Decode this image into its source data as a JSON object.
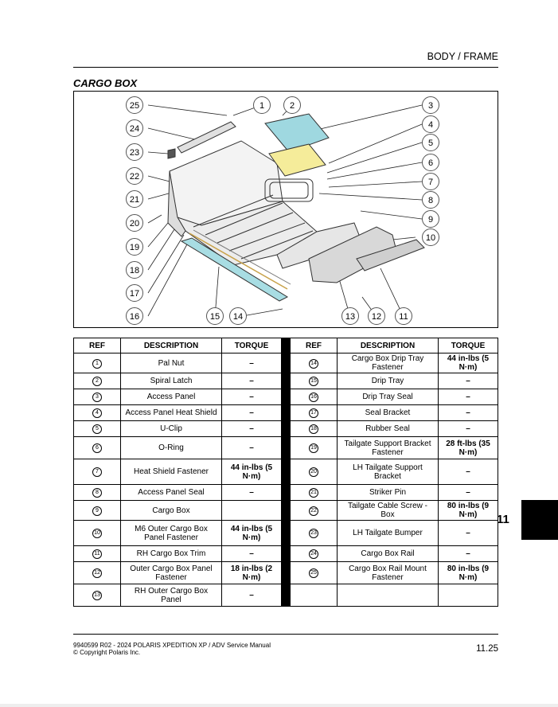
{
  "header": {
    "section": "BODY / FRAME"
  },
  "title": "CARGO BOX",
  "callouts": [
    "1",
    "2",
    "3",
    "4",
    "5",
    "6",
    "7",
    "8",
    "9",
    "10",
    "11",
    "12",
    "13",
    "14",
    "15",
    "16",
    "17",
    "18",
    "19",
    "20",
    "21",
    "22",
    "23",
    "24",
    "25"
  ],
  "table": {
    "headers": [
      "REF",
      "DESCRIPTION",
      "TORQUE",
      "REF",
      "DESCRIPTION",
      "TORQUE"
    ],
    "rows": [
      [
        {
          "ref": "1",
          "desc": "Pal Nut",
          "torque": "–"
        },
        {
          "ref": "14",
          "desc": "Cargo Box Drip Tray Fastener",
          "torque": "44 in-lbs (5 N·m)"
        }
      ],
      [
        {
          "ref": "2",
          "desc": "Spiral Latch",
          "torque": "–"
        },
        {
          "ref": "15",
          "desc": "Drip Tray",
          "torque": "–"
        }
      ],
      [
        {
          "ref": "3",
          "desc": "Access Panel",
          "torque": "–"
        },
        {
          "ref": "16",
          "desc": "Drip Tray Seal",
          "torque": "–"
        }
      ],
      [
        {
          "ref": "4",
          "desc": "Access Panel Heat Shield",
          "torque": "–"
        },
        {
          "ref": "17",
          "desc": "Seal Bracket",
          "torque": "–"
        }
      ],
      [
        {
          "ref": "5",
          "desc": "U-Clip",
          "torque": "–"
        },
        {
          "ref": "18",
          "desc": "Rubber Seal",
          "torque": "–"
        }
      ],
      [
        {
          "ref": "6",
          "desc": "O-Ring",
          "torque": "–"
        },
        {
          "ref": "19",
          "desc": "Tailgate Support Bracket Fastener",
          "torque": "28 ft-lbs (35 N·m)"
        }
      ],
      [
        {
          "ref": "7",
          "desc": "Heat Shield Fastener",
          "torque": "44 in-lbs (5 N·m)"
        },
        {
          "ref": "20",
          "desc": "LH Tailgate Support Bracket",
          "torque": "–"
        }
      ],
      [
        {
          "ref": "8",
          "desc": "Access Panel Seal",
          "torque": "–"
        },
        {
          "ref": "21",
          "desc": "Striker Pin",
          "torque": "–"
        }
      ],
      [
        {
          "ref": "9",
          "desc": "Cargo Box",
          "torque": ""
        },
        {
          "ref": "22",
          "desc": "Tailgate Cable Screw - Box",
          "torque": "80 in-lbs (9 N·m)"
        }
      ],
      [
        {
          "ref": "10",
          "desc": "M6 Outer Cargo Box Panel Fastener",
          "torque": "44 in-lbs (5 N·m)"
        },
        {
          "ref": "23",
          "desc": "LH Tailgate Bumper",
          "torque": "–"
        }
      ],
      [
        {
          "ref": "11",
          "desc": "RH Cargo Box Trim",
          "torque": "–"
        },
        {
          "ref": "24",
          "desc": "Cargo Box Rail",
          "torque": "–"
        }
      ],
      [
        {
          "ref": "12",
          "desc": "Outer Cargo Box Panel Fastener",
          "torque": "18 in-lbs (2 N·m)"
        },
        {
          "ref": "25",
          "desc": "Cargo Box Rail Mount Fastener",
          "torque": "80 in-lbs (9 N·m)"
        }
      ],
      [
        {
          "ref": "13",
          "desc": "RH Outer Cargo Box Panel",
          "torque": "–"
        },
        {
          "ref": "",
          "desc": "",
          "torque": ""
        }
      ]
    ]
  },
  "tab_number": "11",
  "footer": {
    "line1": "9940599 R02 - 2024 POLARIS XPEDITION XP / ADV Service Manual",
    "line2": "© Copyright Polaris Inc.",
    "page": "11.25"
  },
  "colors": {
    "access_panel": "#9fd8e0",
    "heat_shield": "#f5ec9a",
    "drip_tray": "#a8dde3"
  }
}
